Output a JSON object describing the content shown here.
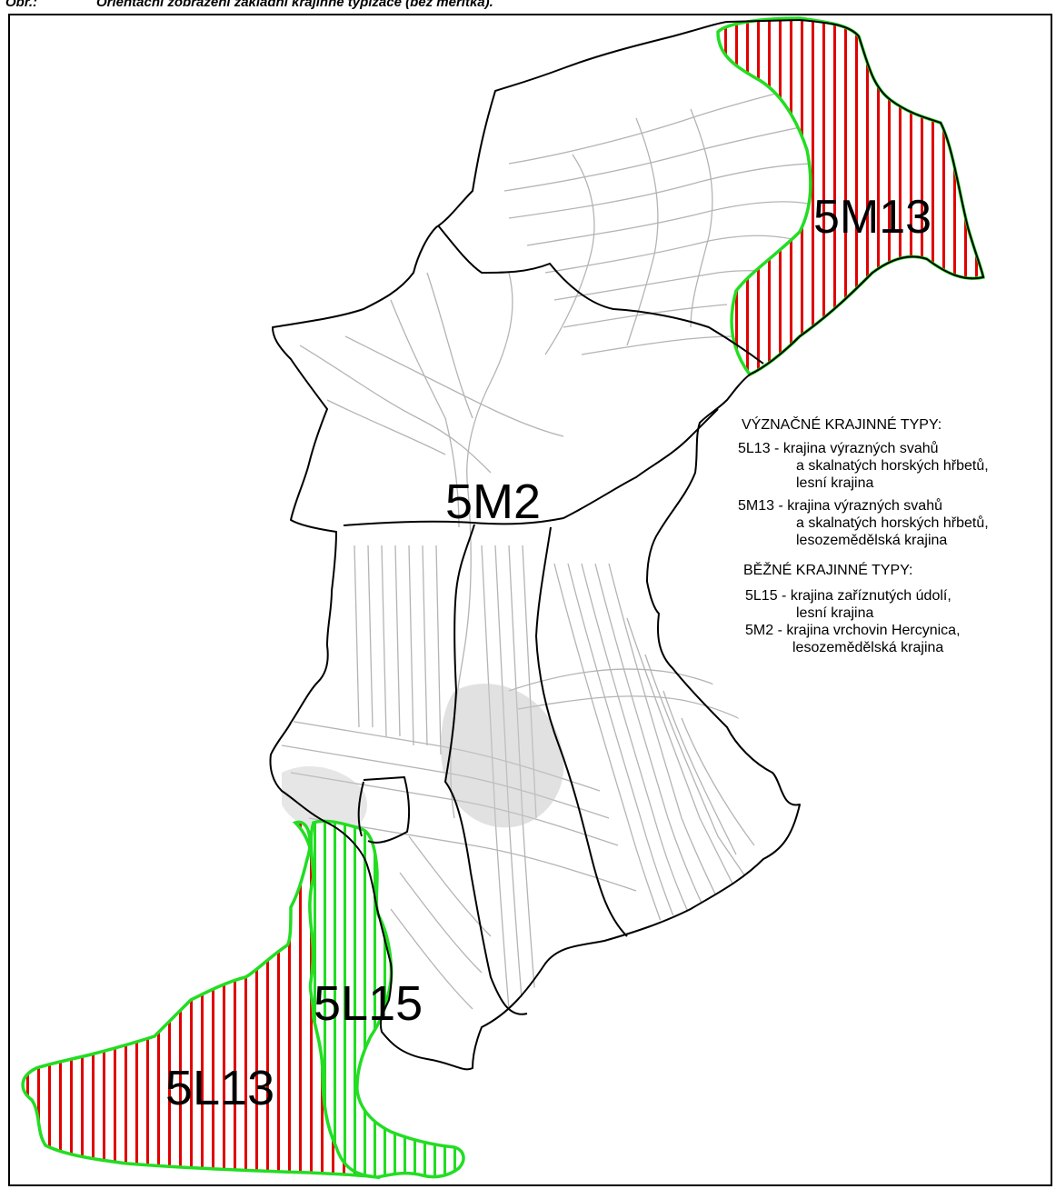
{
  "header": {
    "label": "Obr.:",
    "title": "Orientační zobrazení základní krajinné typizace (bez měřítka)."
  },
  "map": {
    "colors": {
      "hatch_red": "#e00000",
      "hatch_green": "#22dd22",
      "boundary": "#000000",
      "roads": "#b4b4b4"
    },
    "zones": {
      "z5M13": "5M13",
      "z5M2": "5M2",
      "z5L15": "5L15",
      "z5L13": "5L13"
    }
  },
  "legend": {
    "significant": {
      "heading": "VÝZNAČNÉ KRAJINNÉ TYPY:",
      "items": [
        {
          "code": "5L13",
          "line1": "5L13 - krajina výrazných svahů",
          "line2": "a skalnatých horských hřbetů,",
          "line3": "lesní krajina"
        },
        {
          "code": "5M13",
          "line1": "5M13 - krajina výrazných svahů",
          "line2": "a skalnatých horských hřbetů,",
          "line3": "lesozemědělská krajina"
        }
      ]
    },
    "common": {
      "heading": "BĚŽNÉ KRAJINNÉ TYPY:",
      "items": [
        {
          "code": "5L15",
          "line1": "5L15 - krajina zaříznutých údolí,",
          "line2": "lesní krajina"
        },
        {
          "code": "5M2",
          "line1": "5M2 - krajina vrchovin Hercynica,",
          "line2": "lesozemědělská krajina"
        }
      ]
    }
  }
}
